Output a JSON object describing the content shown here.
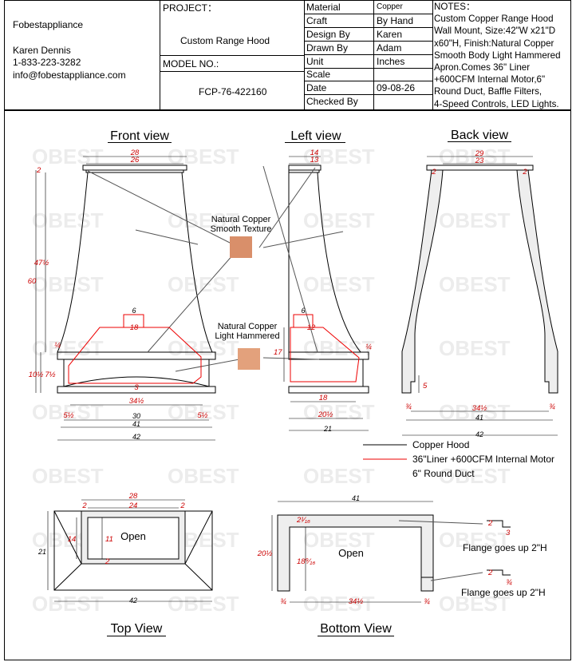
{
  "company": {
    "name": "Fobestappliance",
    "contact_name": "Karen Dennis",
    "phone": "1-833-223-3282",
    "email": "info@fobestappliance.com"
  },
  "project": {
    "label": "PROJECT：",
    "value": "Custom Range Hood"
  },
  "model": {
    "label": "MODEL NO.:",
    "value": "FCP-76-422160"
  },
  "specs": [
    {
      "label": "Material",
      "value": "Copper"
    },
    {
      "label": "Craft",
      "value": "By Hand"
    },
    {
      "label": "Design By",
      "value": "Karen"
    },
    {
      "label": "Drawn By",
      "value": "Adam"
    },
    {
      "label": "Unit",
      "value": "Inches"
    },
    {
      "label": "Scale",
      "value": ""
    },
    {
      "label": "Date",
      "value": "09-08-26"
    },
    {
      "label": "Checked By",
      "value": ""
    }
  ],
  "notes": {
    "title": "NOTES：",
    "lines": [
      "Custom Copper Range Hood",
      "Wall Mount, Size:42\"W x21\"D",
      "x60\"H, Finish:Natural Copper",
      "Smooth Body Light Hammered",
      "Apron.Comes 36\" Liner",
      "+600CFM Internal Motor,6\"",
      "Round Duct, Baffle Filters,",
      "4-Speed Controls, LED Lights."
    ]
  },
  "views": {
    "front": "Front view",
    "left": "Left view",
    "back": "Back view",
    "top": "Top View",
    "bottom": "Bottom View"
  },
  "finishes": {
    "smooth": [
      "Natural Copper",
      "Smooth Texture"
    ],
    "hammered": [
      "Natural Copper",
      "Light Hammered"
    ],
    "smooth_color": "#d98f6a",
    "hammered_color": "#e3a17c"
  },
  "legend": {
    "hood": "Copper Hood",
    "liner": "36\"Liner +600CFM Internal Motor",
    "duct": "6\" Round Duct",
    "hood_color": "#000000",
    "liner_color": "#e00000"
  },
  "watermark": "OBEST",
  "open_label": "Open",
  "flange_note": "Flange goes up 2\"H",
  "dims": {
    "front": {
      "top_outer": "28",
      "top_inner": "26",
      "top_left": "2",
      "height_total": "60",
      "height_body": "47½",
      "apron_ledge": "¼",
      "apron_h1": "10½",
      "apron_h2": "7½",
      "duct_w": "6",
      "liner_w": "18",
      "arch": "3",
      "inner_w": "34½",
      "side_l": "5½",
      "side_r": "5½",
      "w30": "30",
      "w41": "41",
      "w42": "42"
    },
    "left": {
      "top_outer": "14",
      "top_inner": "13",
      "duct_w": "6",
      "liner_d": "12",
      "ledge": "¼",
      "liner_h": "17",
      "liner_base": "18",
      "d20": "20½",
      "d21": "21"
    },
    "back": {
      "top_outer": "29",
      "top_inner": "23",
      "wall_l": "2",
      "wall_r": "2",
      "lip": "5",
      "foot_l": "¾",
      "foot_r": "¾",
      "inner": "34½",
      "w41": "41",
      "w42": "42"
    },
    "top": {
      "w28": "28",
      "w24": "24",
      "frame_l": "2",
      "frame_r": "2",
      "depth": "21",
      "open_h": "14",
      "open_h2": "11",
      "frame_b": "2",
      "w42": "42"
    },
    "bottom": {
      "w41": "41",
      "wall": "2¹⁄₁₆",
      "depth": "20½",
      "inner_depth": "18⁹⁄₁₆",
      "foot_l": "¾",
      "foot_r": "¾",
      "inner": "34½",
      "flange1_w": "2",
      "flange1_h": "3",
      "flange2_w": "2",
      "flange2_h": "¾"
    }
  }
}
